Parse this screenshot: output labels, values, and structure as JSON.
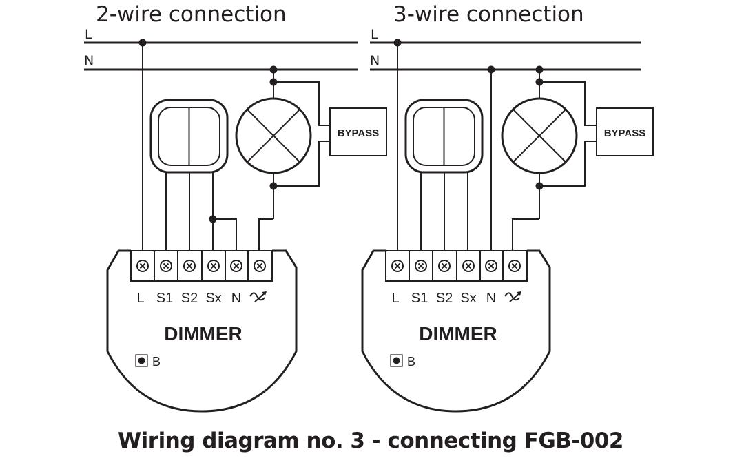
{
  "title": "Wiring diagram no. 3 - connecting FGB-002",
  "colors": {
    "ink": "#231f20",
    "background": "#ffffff"
  },
  "diagrams": [
    {
      "id": "two-wire",
      "heading": "2-wire connection",
      "lines": [
        "L",
        "N"
      ],
      "terminals": [
        "L",
        "S1",
        "S2",
        "Sx",
        "N"
      ],
      "output_terminal_icon": "dimmer-output-symbol",
      "device": "DIMMER",
      "button": "B",
      "bypass": "BYPASS",
      "connections": [
        "L line -> L terminal",
        "switch -> S1",
        "switch -> S2",
        "switch -> Sx",
        "Sx -> N terminal (bridged)",
        "N line -> lamp -> output terminal",
        "BYPASS parallel to lamp"
      ]
    },
    {
      "id": "three-wire",
      "heading": "3-wire connection",
      "lines": [
        "L",
        "N"
      ],
      "terminals": [
        "L",
        "S1",
        "S2",
        "Sx",
        "N"
      ],
      "output_terminal_icon": "dimmer-output-symbol",
      "device": "DIMMER",
      "button": "B",
      "bypass": "BYPASS",
      "connections": [
        "L line -> L terminal",
        "switch -> S1",
        "switch -> S2",
        "switch -> Sx",
        "N line -> N terminal",
        "N line -> lamp -> output terminal",
        "BYPASS parallel to lamp"
      ]
    }
  ]
}
